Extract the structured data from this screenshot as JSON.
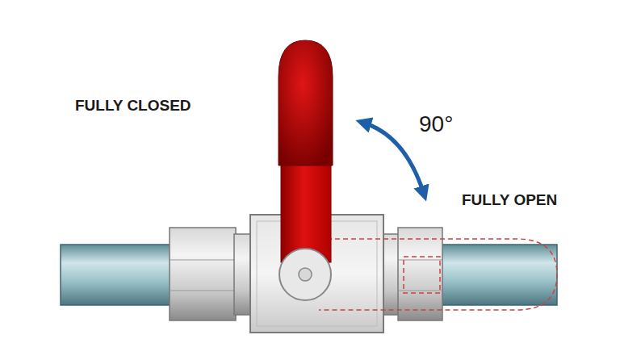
{
  "diagram": {
    "labels": [
      "FULLY CLOSED",
      "90°",
      "FULLY OPEN"
    ]
  }
}
